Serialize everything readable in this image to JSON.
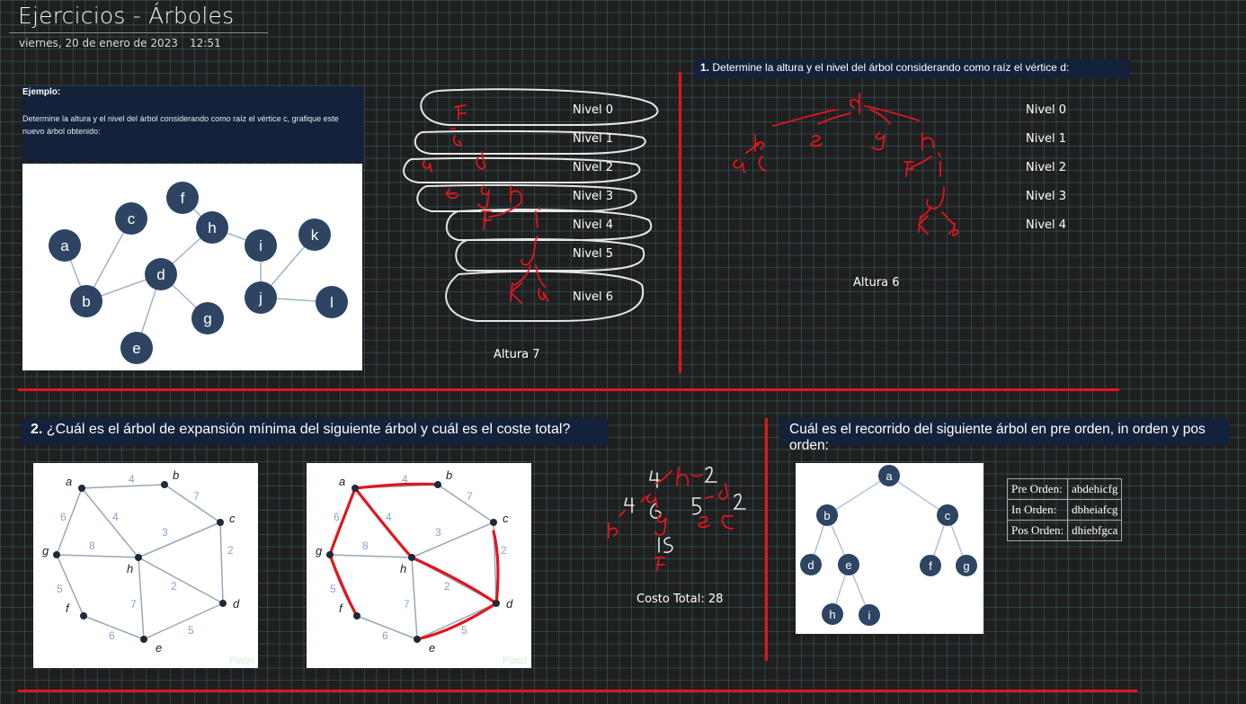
{
  "header": {
    "title": "Ejercicios - Árboles",
    "date": "viernes, 20 de enero de 2023",
    "time": "12:51"
  },
  "example": {
    "label": "Ejemplo:",
    "text": "Determine la altura y el nivel del árbol considerando como raíz el vértice c, grafique este nuevo árbol obtenido:",
    "tree_nodes": [
      "a",
      "b",
      "c",
      "d",
      "e",
      "f",
      "g",
      "h",
      "i",
      "j",
      "k",
      "l"
    ]
  },
  "exercise_left": {
    "levels": [
      "Nivel 0",
      "Nivel 1",
      "Nivel 2",
      "Nivel 3",
      "Nivel 4",
      "Nivel 5",
      "Nivel 6"
    ],
    "height": "Altura 7"
  },
  "question1": {
    "number": "1.",
    "text": "Determine la altura y el nivel del árbol considerando como raíz el vértice d:",
    "levels": [
      "Nivel 0",
      "Nivel 1",
      "Nivel 2",
      "Nivel 3",
      "Nivel 4"
    ],
    "height": "Altura 6"
  },
  "question2": {
    "number": "2.",
    "text": "¿Cuál es el árbol de expansión mínima del siguiente árbol y cuál es el coste total?",
    "graph_nodes": [
      "a",
      "b",
      "c",
      "d",
      "e",
      "f",
      "g",
      "h"
    ],
    "edge_weights": [
      "4",
      "7",
      "6",
      "4",
      "3",
      "8",
      "2",
      "5",
      "7",
      "2",
      "6",
      "5"
    ],
    "watermark": "Platzi",
    "total_cost": "Costo Total: 28"
  },
  "question3": {
    "text": "Cuál es el recorrido del siguiente árbol en pre orden, in orden y pos orden:",
    "tree_nodes": [
      "a",
      "b",
      "c",
      "d",
      "e",
      "f",
      "g",
      "h",
      "i"
    ],
    "traversals": [
      {
        "label": "Pre Orden:",
        "value": "abdehicfg"
      },
      {
        "label": "In Orden:",
        "value": "dbheiafcg"
      },
      {
        "label": "Pos Orden:",
        "value": "dhiebfgca"
      }
    ]
  },
  "colors": {
    "background": "#1f1f1f",
    "accent_red": "#e0161d",
    "header_box": "#14213b",
    "node_fill": "#2d4563"
  }
}
